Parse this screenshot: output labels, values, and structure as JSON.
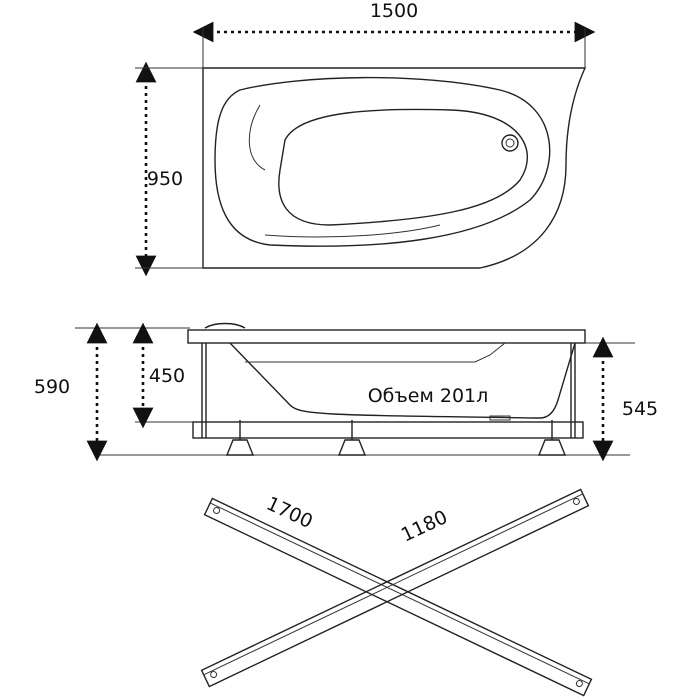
{
  "top_view": {
    "width_label": "1500",
    "depth_label": "950"
  },
  "side_view": {
    "total_height_label": "590",
    "tub_height_label": "450",
    "frame_height_label": "545",
    "volume_label": "Объем 201л"
  },
  "frame_bars": {
    "long_bar_label": "1700",
    "short_bar_label": "1180"
  }
}
